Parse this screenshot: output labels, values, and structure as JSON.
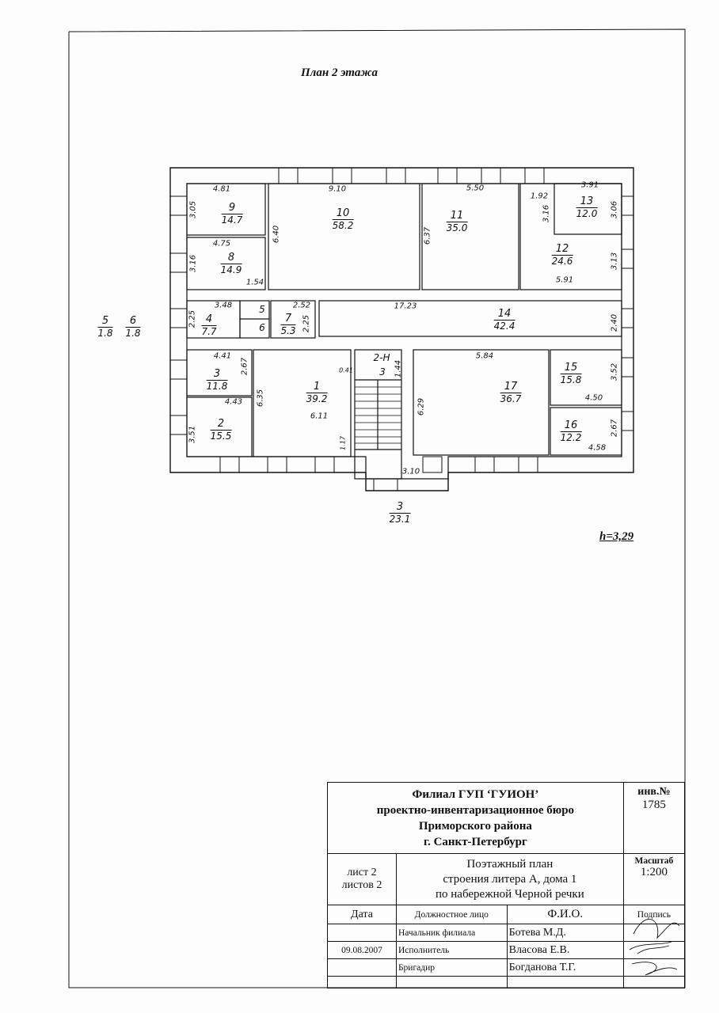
{
  "title": "План  2 этажа",
  "height_note": "h=3,29",
  "rooms": [
    {
      "number": "9",
      "area": "14.7"
    },
    {
      "number": "10",
      "area": "58.2"
    },
    {
      "number": "11",
      "area": "35.0"
    },
    {
      "number": "13",
      "area": "12.0"
    },
    {
      "number": "12",
      "area": "24.6"
    },
    {
      "number": "8",
      "area": "14.9"
    },
    {
      "number": "4",
      "area": "7.7"
    },
    {
      "number": "7",
      "area": "5.3"
    },
    {
      "number": "14",
      "area": "42.4"
    },
    {
      "number": "3",
      "area": "11.8"
    },
    {
      "number": "2",
      "area": "15.5"
    },
    {
      "number": "1",
      "area": "39.2"
    },
    {
      "number": "17",
      "area": "36.7"
    },
    {
      "number": "15",
      "area": "15.8"
    },
    {
      "number": "16",
      "area": "12.2"
    },
    {
      "number": "3",
      "area": "23.1"
    },
    {
      "number": "5",
      "area": "1.8"
    },
    {
      "number": "6",
      "area": "1.8"
    }
  ],
  "small_labels": {
    "wc5": "5",
    "wc6": "6",
    "stair_name": "2-Н",
    "stair_num": "3"
  },
  "dimensions": [
    "4.81",
    "3.05",
    "4.75",
    "3.16",
    "1.54",
    "9.10",
    "6.40",
    "5.50",
    "6.37",
    "1.92",
    "3.16",
    "3.91",
    "3.06",
    "3.13",
    "5.91",
    "3.48",
    "2.25",
    "2.52",
    "2.25",
    "17.23",
    "2.40",
    "4.41",
    "2.67",
    "4.43",
    "6.35",
    "3.51",
    "6.11",
    "0.41",
    "1.44",
    "1.17",
    "5.84",
    "6.29",
    "3.52",
    "4.50",
    "2.67",
    "4.58",
    "3.10"
  ],
  "title_block": {
    "org_line1": "Филиал ГУП ‘ГУИОН’",
    "org_line2": "проектно-инвентаризационное бюро",
    "org_line3": "Приморского района",
    "org_line4": "г. Санкт-Петербург",
    "inv_label": "инв.№",
    "inv_value": "1785",
    "sheet": "лист 2",
    "sheets": "листов 2",
    "desc1": "Поэтажный план",
    "desc2": "строения  литера А, дома 1",
    "desc3": "по набережной Черной речки",
    "scale_label": "Масштаб",
    "scale_value": "1:200",
    "col_date": "Дата",
    "col_position": "Должностное лицо",
    "col_name": "Ф.И.О.",
    "col_sign": "Подпись",
    "rows": [
      {
        "date": "",
        "position": "Начальник филиала",
        "name": "Ботева М.Д."
      },
      {
        "date": "09.08.2007",
        "position": "Исполнитель",
        "name": "Власова Е.В."
      },
      {
        "date": "",
        "position": "Бригадир",
        "name": "Богданова Т.Г."
      }
    ]
  }
}
